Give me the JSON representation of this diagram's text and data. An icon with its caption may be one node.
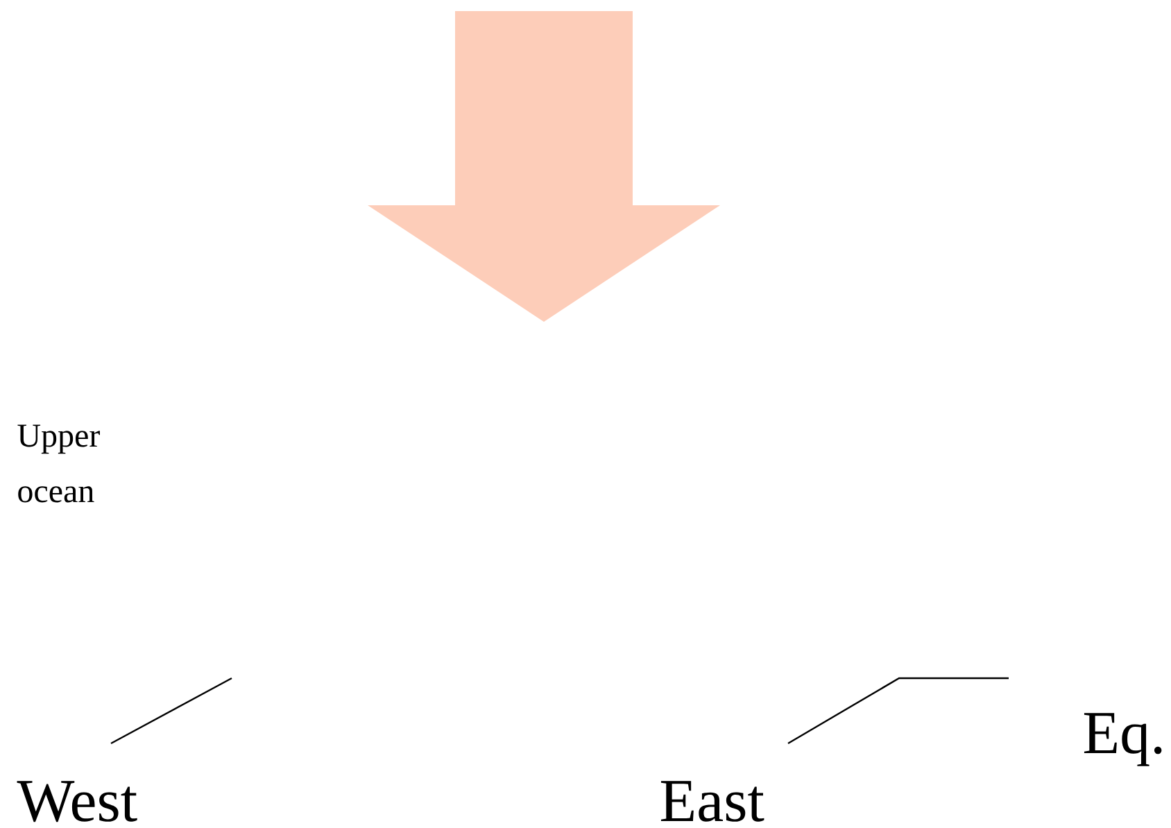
{
  "diagram": {
    "labels": [
      "Upper ocean",
      "West",
      "East",
      "Eq."
    ]
  }
}
